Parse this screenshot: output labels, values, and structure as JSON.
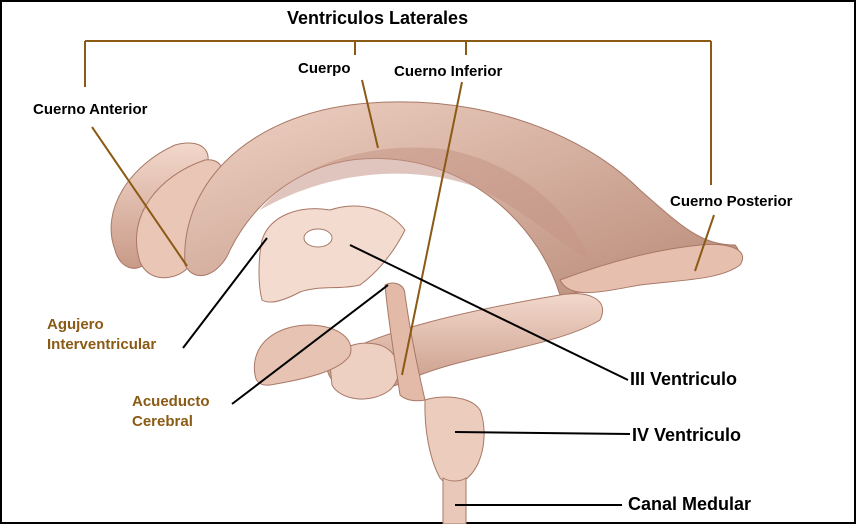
{
  "title": "Ventriculos Laterales",
  "labels": {
    "cuerpo": "Cuerpo",
    "cuerno_inferior": "Cuerno Inferior",
    "cuerno_anterior": "Cuerno Anterior",
    "cuerno_posterior": "Cuerno Posterior",
    "agujero_line1": "Agujero",
    "agujero_line2": "Interventricular",
    "acueducto_line1": "Acueducto",
    "acueducto_line2": "Cerebral",
    "iii_ventriculo": "III Ventriculo",
    "iv_ventriculo": "IV Ventriculo",
    "canal_medular": "Canal Medular"
  },
  "colors": {
    "leader_brown": "#8b5a14",
    "leader_black": "#000000",
    "ventricle_fill": "#e8c4b4",
    "ventricle_shade": "#b78a7a"
  }
}
